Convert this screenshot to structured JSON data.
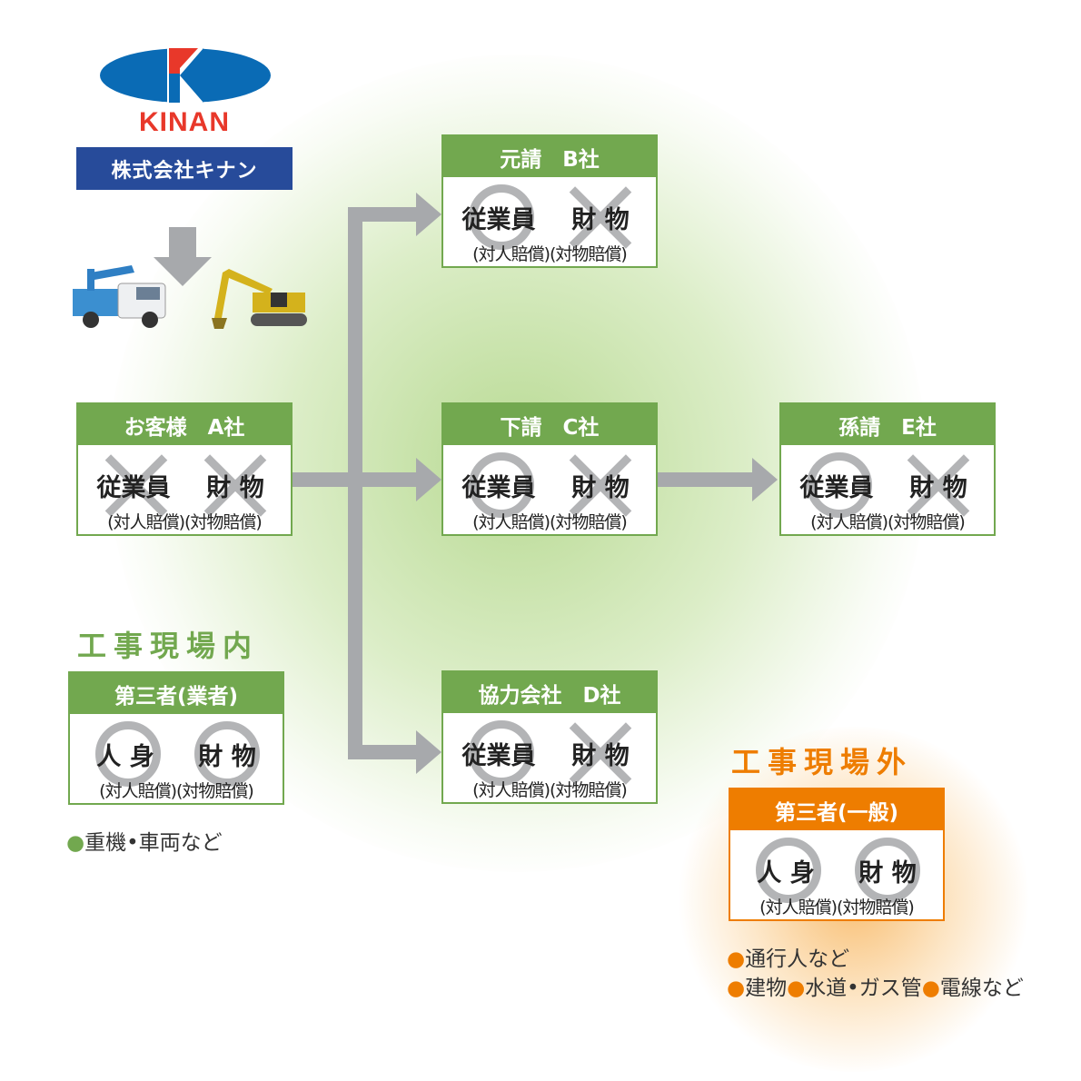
{
  "logo": {
    "text": "KINAN",
    "company": "株式会社キナン",
    "colors": {
      "blue": "#0a6bb5",
      "red": "#e8382a",
      "navy": "#274b9a"
    }
  },
  "colors": {
    "green": "#72a84f",
    "orange": "#ee7d00",
    "arrow": "#a7a9ac"
  },
  "boxes": {
    "a": {
      "title": "お客様　A社",
      "left": "従業員",
      "right": "財 物",
      "sub": "(対人賠償)(対物賠償)",
      "marks": [
        "X",
        "X"
      ]
    },
    "b": {
      "title": "元請　B社",
      "left": "従業員",
      "right": "財 物",
      "sub": "(対人賠償)(対物賠償)",
      "marks": [
        "O",
        "X"
      ]
    },
    "c": {
      "title": "下請　C社",
      "left": "従業員",
      "right": "財 物",
      "sub": "(対人賠償)(対物賠償)",
      "marks": [
        "O",
        "X"
      ]
    },
    "d": {
      "title": "協力会社　D社",
      "left": "従業員",
      "right": "財 物",
      "sub": "(対人賠償)(対物賠償)",
      "marks": [
        "O",
        "X"
      ]
    },
    "e": {
      "title": "孫請　E社",
      "left": "従業員",
      "right": "財 物",
      "sub": "(対人賠償)(対物賠償)",
      "marks": [
        "O",
        "X"
      ]
    },
    "inside": {
      "title": "第三者(業者)",
      "left": "人 身",
      "right": "財 物",
      "sub": "(対人賠償)(対物賠償)",
      "marks": [
        "O",
        "O"
      ]
    },
    "outside": {
      "title": "第三者(一般)",
      "left": "人 身",
      "right": "財 物",
      "sub": "(対人賠償)(対物賠償)",
      "marks": [
        "O",
        "O"
      ]
    }
  },
  "headings": {
    "inside": "工事現場内",
    "outside": "工事現場外"
  },
  "notes": {
    "inside": "重機•車両など",
    "outside_line1": "通行人など",
    "outside_line2": [
      "建物",
      "水道•ガス管",
      "電線など"
    ]
  },
  "bullet": "●"
}
